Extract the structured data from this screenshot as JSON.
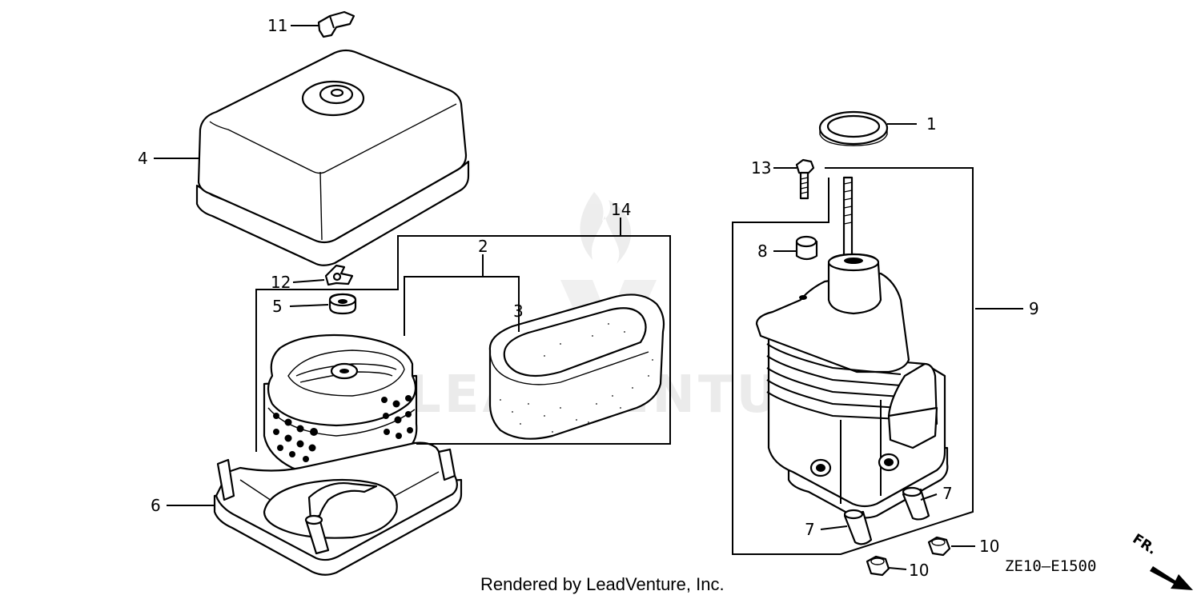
{
  "diagram": {
    "callouts": [
      {
        "id": "1",
        "label": "1"
      },
      {
        "id": "2",
        "label": "2"
      },
      {
        "id": "3",
        "label": "3"
      },
      {
        "id": "4",
        "label": "4"
      },
      {
        "id": "5",
        "label": "5"
      },
      {
        "id": "6",
        "label": "6"
      },
      {
        "id": "7a",
        "label": "7"
      },
      {
        "id": "7b",
        "label": "7"
      },
      {
        "id": "8",
        "label": "8"
      },
      {
        "id": "9",
        "label": "9"
      },
      {
        "id": "10a",
        "label": "10"
      },
      {
        "id": "10b",
        "label": "10"
      },
      {
        "id": "11",
        "label": "11"
      },
      {
        "id": "12",
        "label": "12"
      },
      {
        "id": "13",
        "label": "13"
      },
      {
        "id": "14",
        "label": "14"
      }
    ],
    "diagram_code": "ZE10—E1500",
    "direction_label": "FR.",
    "credit": "Rendered by LeadVenture, Inc.",
    "watermark": "LEADVENTURE"
  }
}
